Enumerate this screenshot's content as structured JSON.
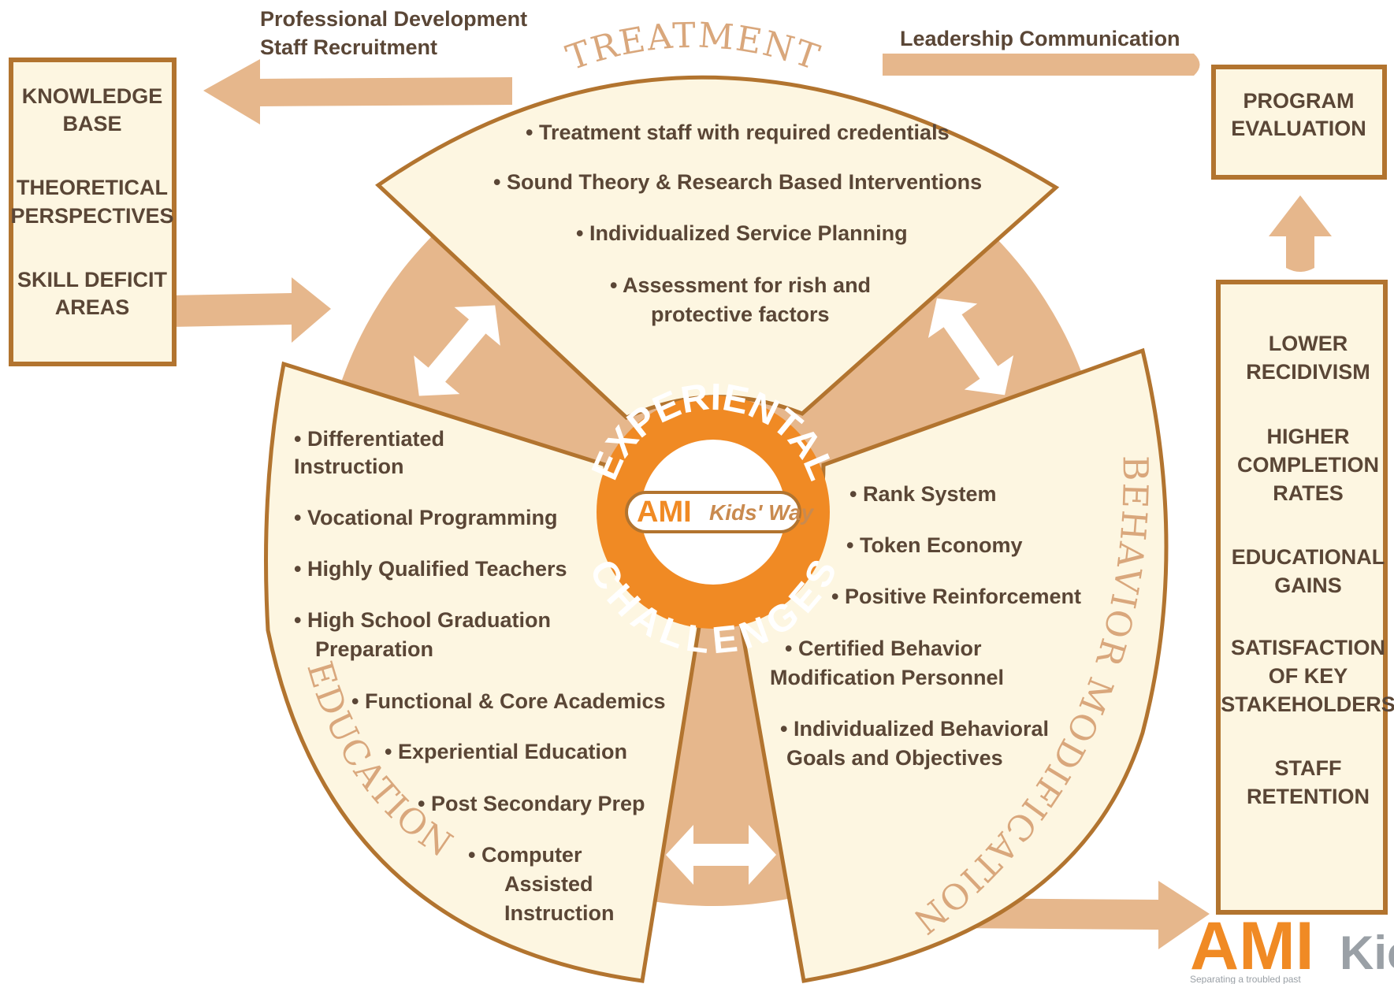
{
  "top_left_arrow": {
    "line1": "Professional Development",
    "line2": "Staff Recruitment"
  },
  "top_right_arrow": {
    "label": "Leadership Communication"
  },
  "left_box": {
    "lines": [
      "KNOWLEDGE",
      "BASE",
      "THEORETICAL",
      "PERSPECTIVES",
      "SKILL DEFICIT",
      "AREAS"
    ]
  },
  "program_evaluation": {
    "lines": [
      "PROGRAM",
      "EVALUATION"
    ]
  },
  "outcomes": {
    "lines": [
      "LOWER",
      "RECIDIVISM",
      "HIGHER",
      "COMPLETION",
      "RATES",
      "EDUCATIONAL",
      "GAINS",
      "SATISFACTION",
      "OF KEY",
      "STAKEHOLDERS",
      "STAFF",
      "RETENTION"
    ]
  },
  "treatment": {
    "title": "TREATMENT",
    "items": [
      "• Treatment staff with required credentials",
      "• Sound Theory & Research Based Interventions",
      "• Individualized Service Planning",
      "• Assessment for rish and",
      "protective factors"
    ]
  },
  "education": {
    "title": "EDUCATION",
    "items": [
      "•  Differentiated",
      "Instruction",
      "• Vocational Programming",
      "• Highly Qualified Teachers",
      "• High School Graduation",
      "Preparation",
      "• Functional & Core Academics",
      "• Experiential Education",
      "• Post Secondary Prep",
      "• Computer",
      "Assisted",
      "Instruction"
    ]
  },
  "behavior": {
    "title": "BEHAVIOR MODIFICATION",
    "items": [
      "• Rank System",
      "• Token Economy",
      "• Positive Reinforcement",
      "• Certified Behavior",
      "Modification Personnel",
      "• Individualized Behavioral",
      "Goals and Objectives"
    ]
  },
  "center": {
    "top_text": "EXPERIENTAL",
    "bottom_text": "CHALLENGES",
    "badge_left": "AMI",
    "badge_right": "Kids' Way"
  },
  "logo": {
    "mark": "AMI",
    "text": "Kic",
    "tagline": "Separating a troubled past"
  },
  "colors": {
    "tan": "#e6b78c",
    "cream": "#fdf6e1",
    "brown": "#b2742f",
    "orange": "#f08a24",
    "text": "#5a4636"
  }
}
